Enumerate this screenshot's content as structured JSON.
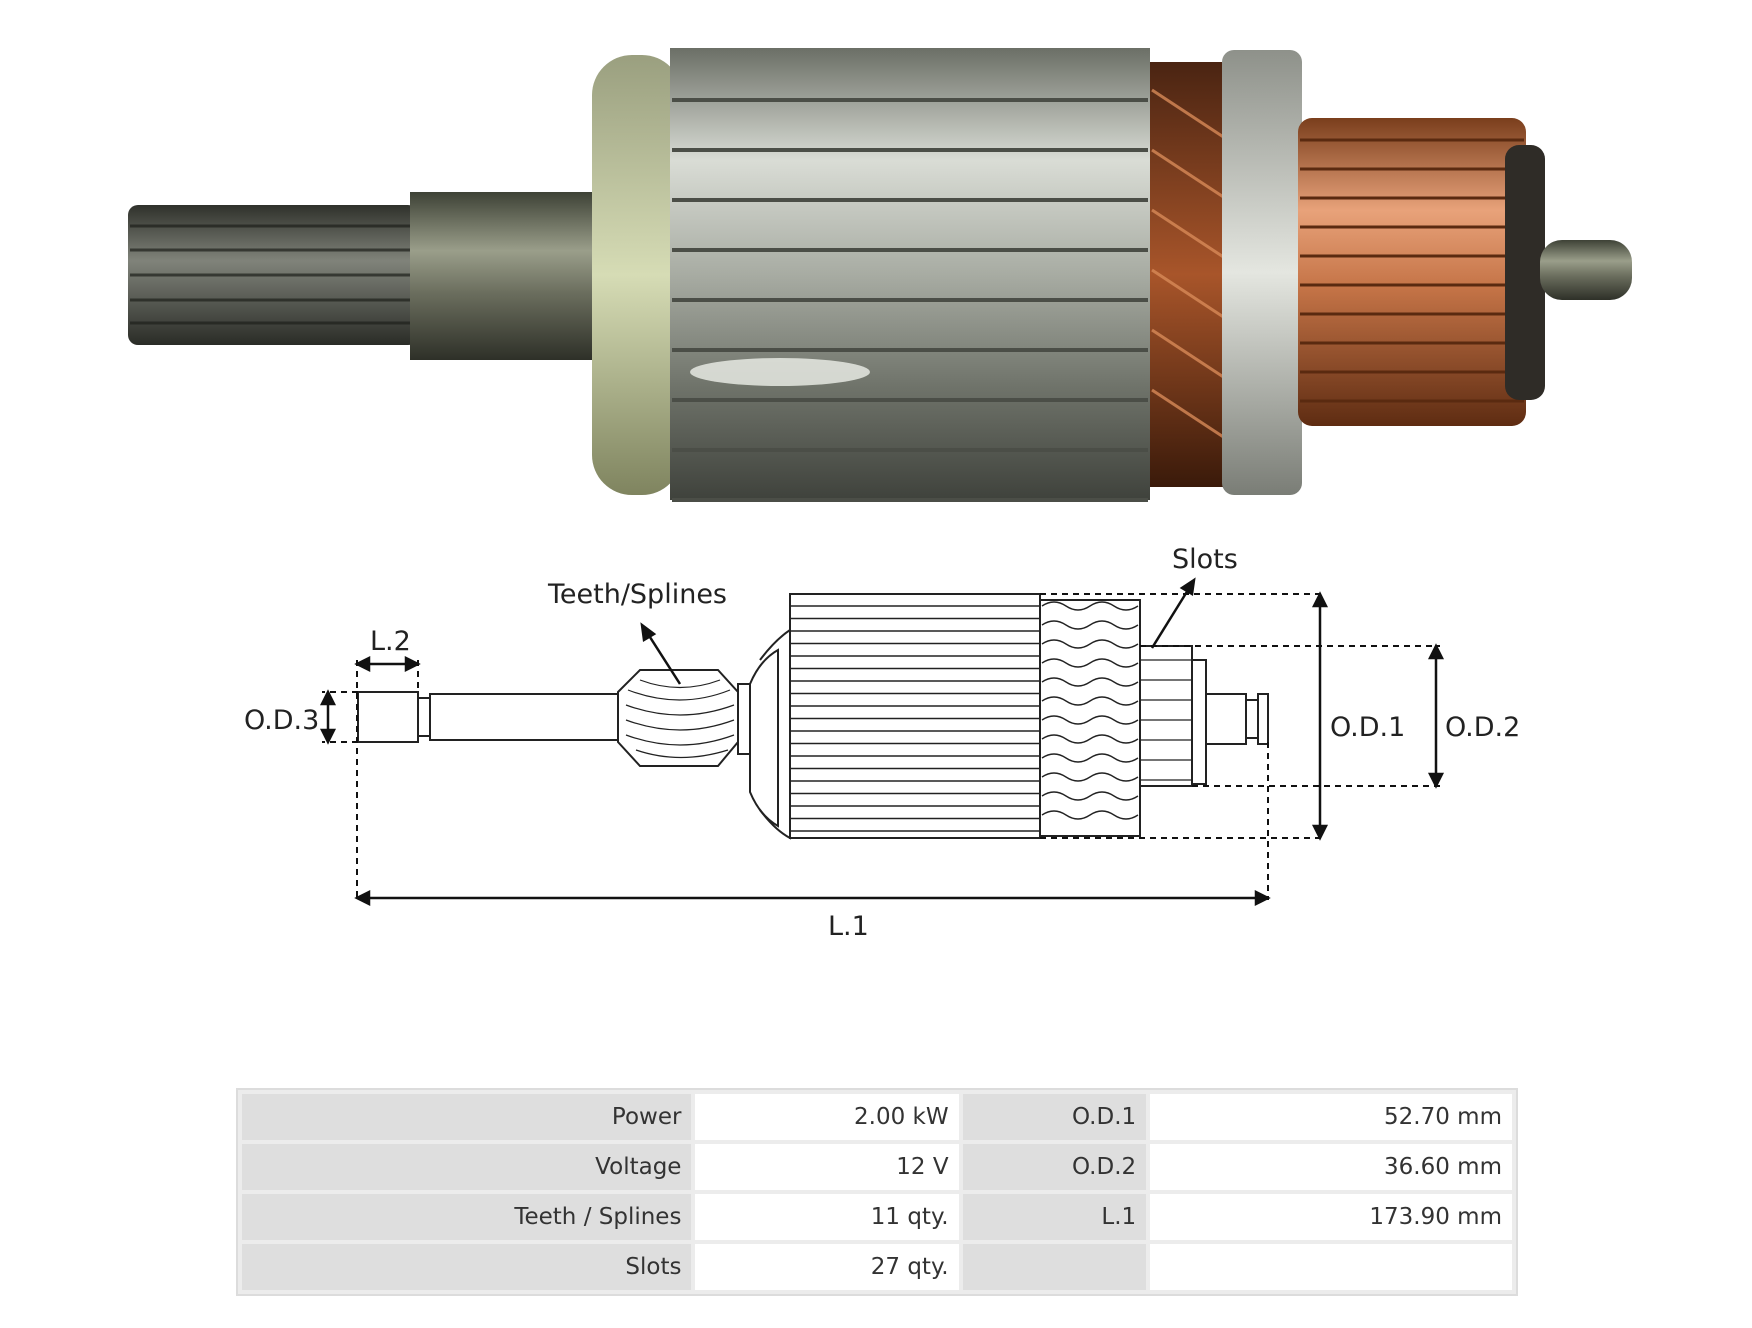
{
  "labels": {
    "teeth_splines": "Teeth/Splines",
    "slots": "Slots",
    "l2": "L.2",
    "od3": "O.D.3",
    "od1": "O.D.1",
    "od2": "O.D.2",
    "l1": "L.1"
  },
  "specs": [
    [
      "Power",
      "2.00 kW",
      "O.D.1",
      "52.70 mm"
    ],
    [
      "Voltage",
      "12 V",
      "O.D.2",
      "36.60 mm"
    ],
    [
      "Teeth / Splines",
      "11 qty.",
      "L.1",
      "173.90 mm"
    ],
    [
      "Slots",
      "27 qty.",
      "",
      ""
    ]
  ]
}
